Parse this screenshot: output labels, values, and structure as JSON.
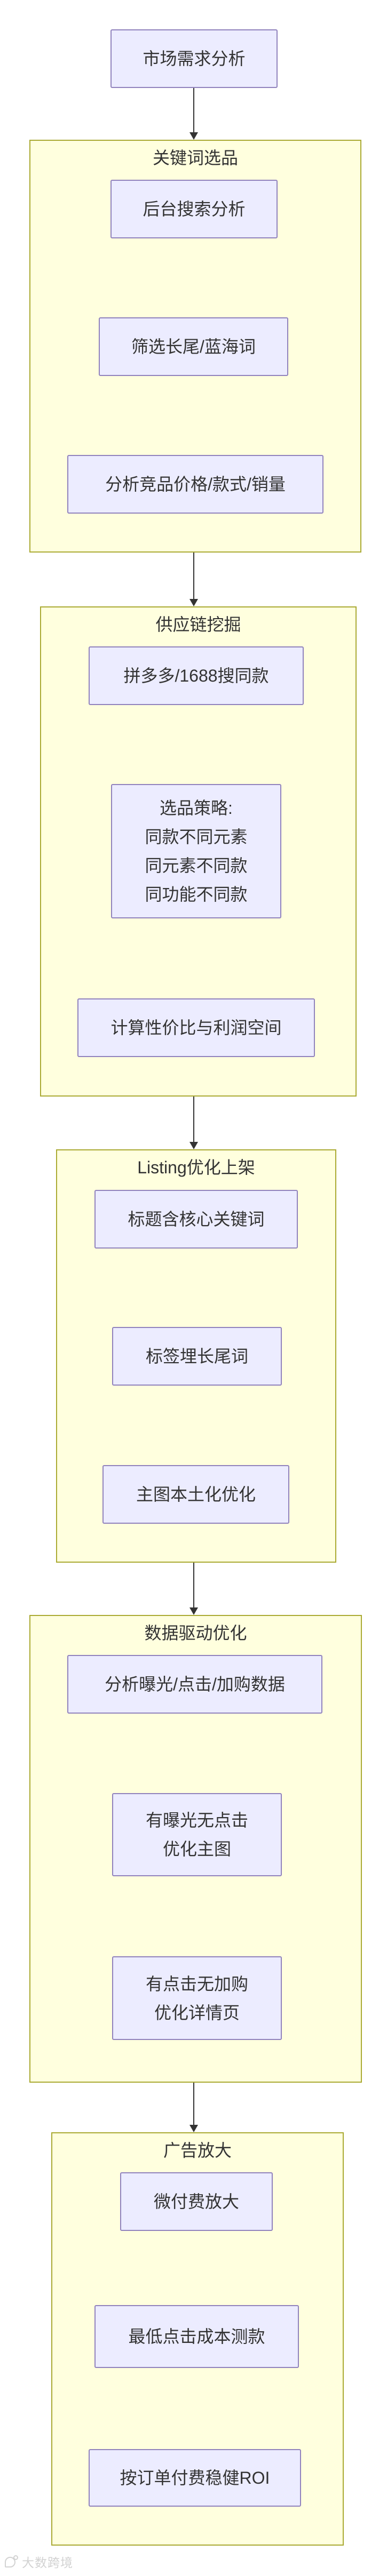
{
  "diagram": {
    "colors": {
      "node_fill": "#ececff",
      "node_border": "#9183bd",
      "container_fill": "#ffffde",
      "container_border": "#aaaa33",
      "text": "#333333",
      "arrow": "#333333"
    },
    "top_node": {
      "label": "市场需求分析"
    },
    "sections": [
      {
        "title": "关键词选品",
        "steps": [
          "后台搜索分析",
          "筛选长尾/蓝海词",
          "分析竞品价格/款式/销量"
        ]
      },
      {
        "title": "供应链挖掘",
        "steps": [
          "拼多多/1688搜同款",
          "选品策略:\n同款不同元素\n同元素不同款\n同功能不同款",
          "计算性价比与利润空间"
        ]
      },
      {
        "title": "Listing优化上架",
        "steps": [
          "标题含核心关键词",
          "标签埋长尾词",
          "主图本土化优化"
        ]
      },
      {
        "title": "数据驱动优化",
        "steps": [
          "分析曝光/点击/加购数据",
          "有曝光无点击\n优化主图",
          "有点击无加购\n优化详情页"
        ]
      },
      {
        "title": "广告放大",
        "steps": [
          "微付费放大",
          "最低点击成本测款",
          "按订单付费稳健ROI"
        ]
      }
    ],
    "watermark": {
      "text": "大数跨境"
    }
  }
}
